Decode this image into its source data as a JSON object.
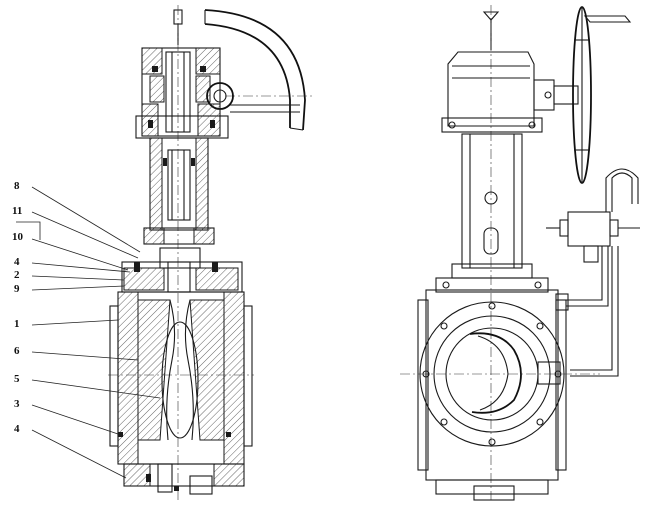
{
  "callouts": [
    {
      "id": "8",
      "text": "8"
    },
    {
      "id": "11",
      "text": "11"
    },
    {
      "id": "10",
      "text": "10"
    },
    {
      "id": "4a",
      "text": "4"
    },
    {
      "id": "2",
      "text": "2"
    },
    {
      "id": "9",
      "text": "9"
    },
    {
      "id": "1",
      "text": "1"
    },
    {
      "id": "6",
      "text": "6"
    },
    {
      "id": "5",
      "text": "5"
    },
    {
      "id": "3",
      "text": "3"
    },
    {
      "id": "4b",
      "text": "4"
    }
  ],
  "colors": {
    "line": "#1a1a1a",
    "background": "#ffffff"
  }
}
